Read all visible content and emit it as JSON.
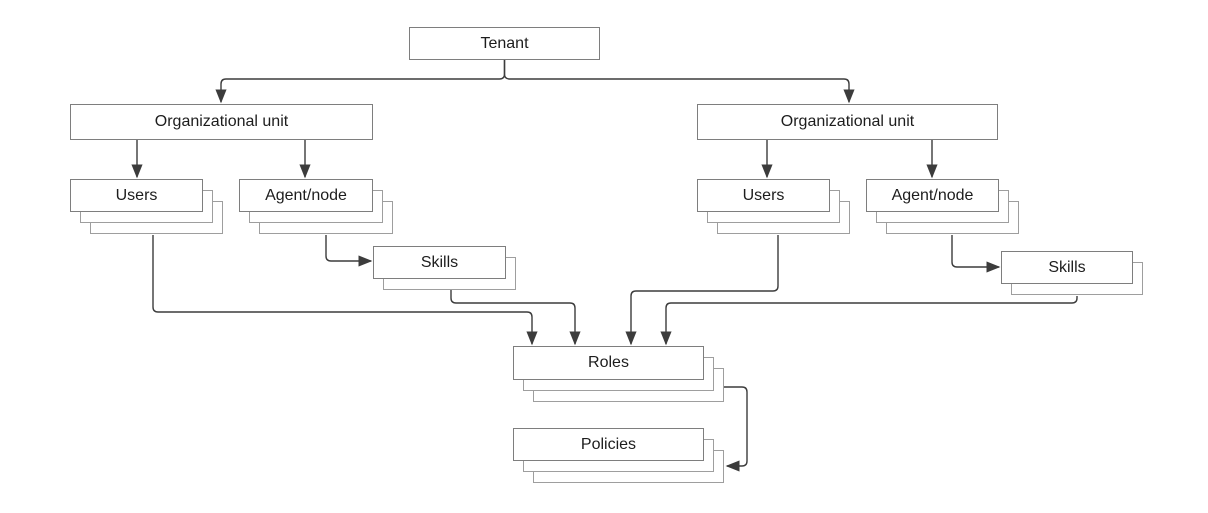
{
  "diagram": {
    "nodes": {
      "tenant": "Tenant",
      "org_unit_left": "Organizational unit",
      "users_left": "Users",
      "agent_node_left": "Agent/node",
      "skills_left": "Skills",
      "org_unit_right": "Organizational unit",
      "users_right": "Users",
      "agent_node_right": "Agent/node",
      "skills_right": "Skills",
      "roles": "Roles",
      "policies": "Policies"
    },
    "edges": [
      {
        "from": "tenant",
        "to": "org_unit_left"
      },
      {
        "from": "tenant",
        "to": "org_unit_right"
      },
      {
        "from": "org_unit_left",
        "to": "users_left"
      },
      {
        "from": "org_unit_left",
        "to": "agent_node_left"
      },
      {
        "from": "agent_node_left",
        "to": "skills_left"
      },
      {
        "from": "org_unit_right",
        "to": "users_right"
      },
      {
        "from": "org_unit_right",
        "to": "agent_node_right"
      },
      {
        "from": "agent_node_right",
        "to": "skills_right"
      },
      {
        "from": "users_left",
        "to": "roles"
      },
      {
        "from": "skills_left",
        "to": "roles"
      },
      {
        "from": "users_right",
        "to": "roles"
      },
      {
        "from": "skills_right",
        "to": "roles"
      },
      {
        "from": "roles",
        "to": "policies"
      }
    ],
    "colors": {
      "box_border": "#7e7e7e",
      "stack_border": "#9e9e9e",
      "connector": "#3c3c3c",
      "box_fill": "#ffffff",
      "text": "#1d1d1d"
    }
  }
}
